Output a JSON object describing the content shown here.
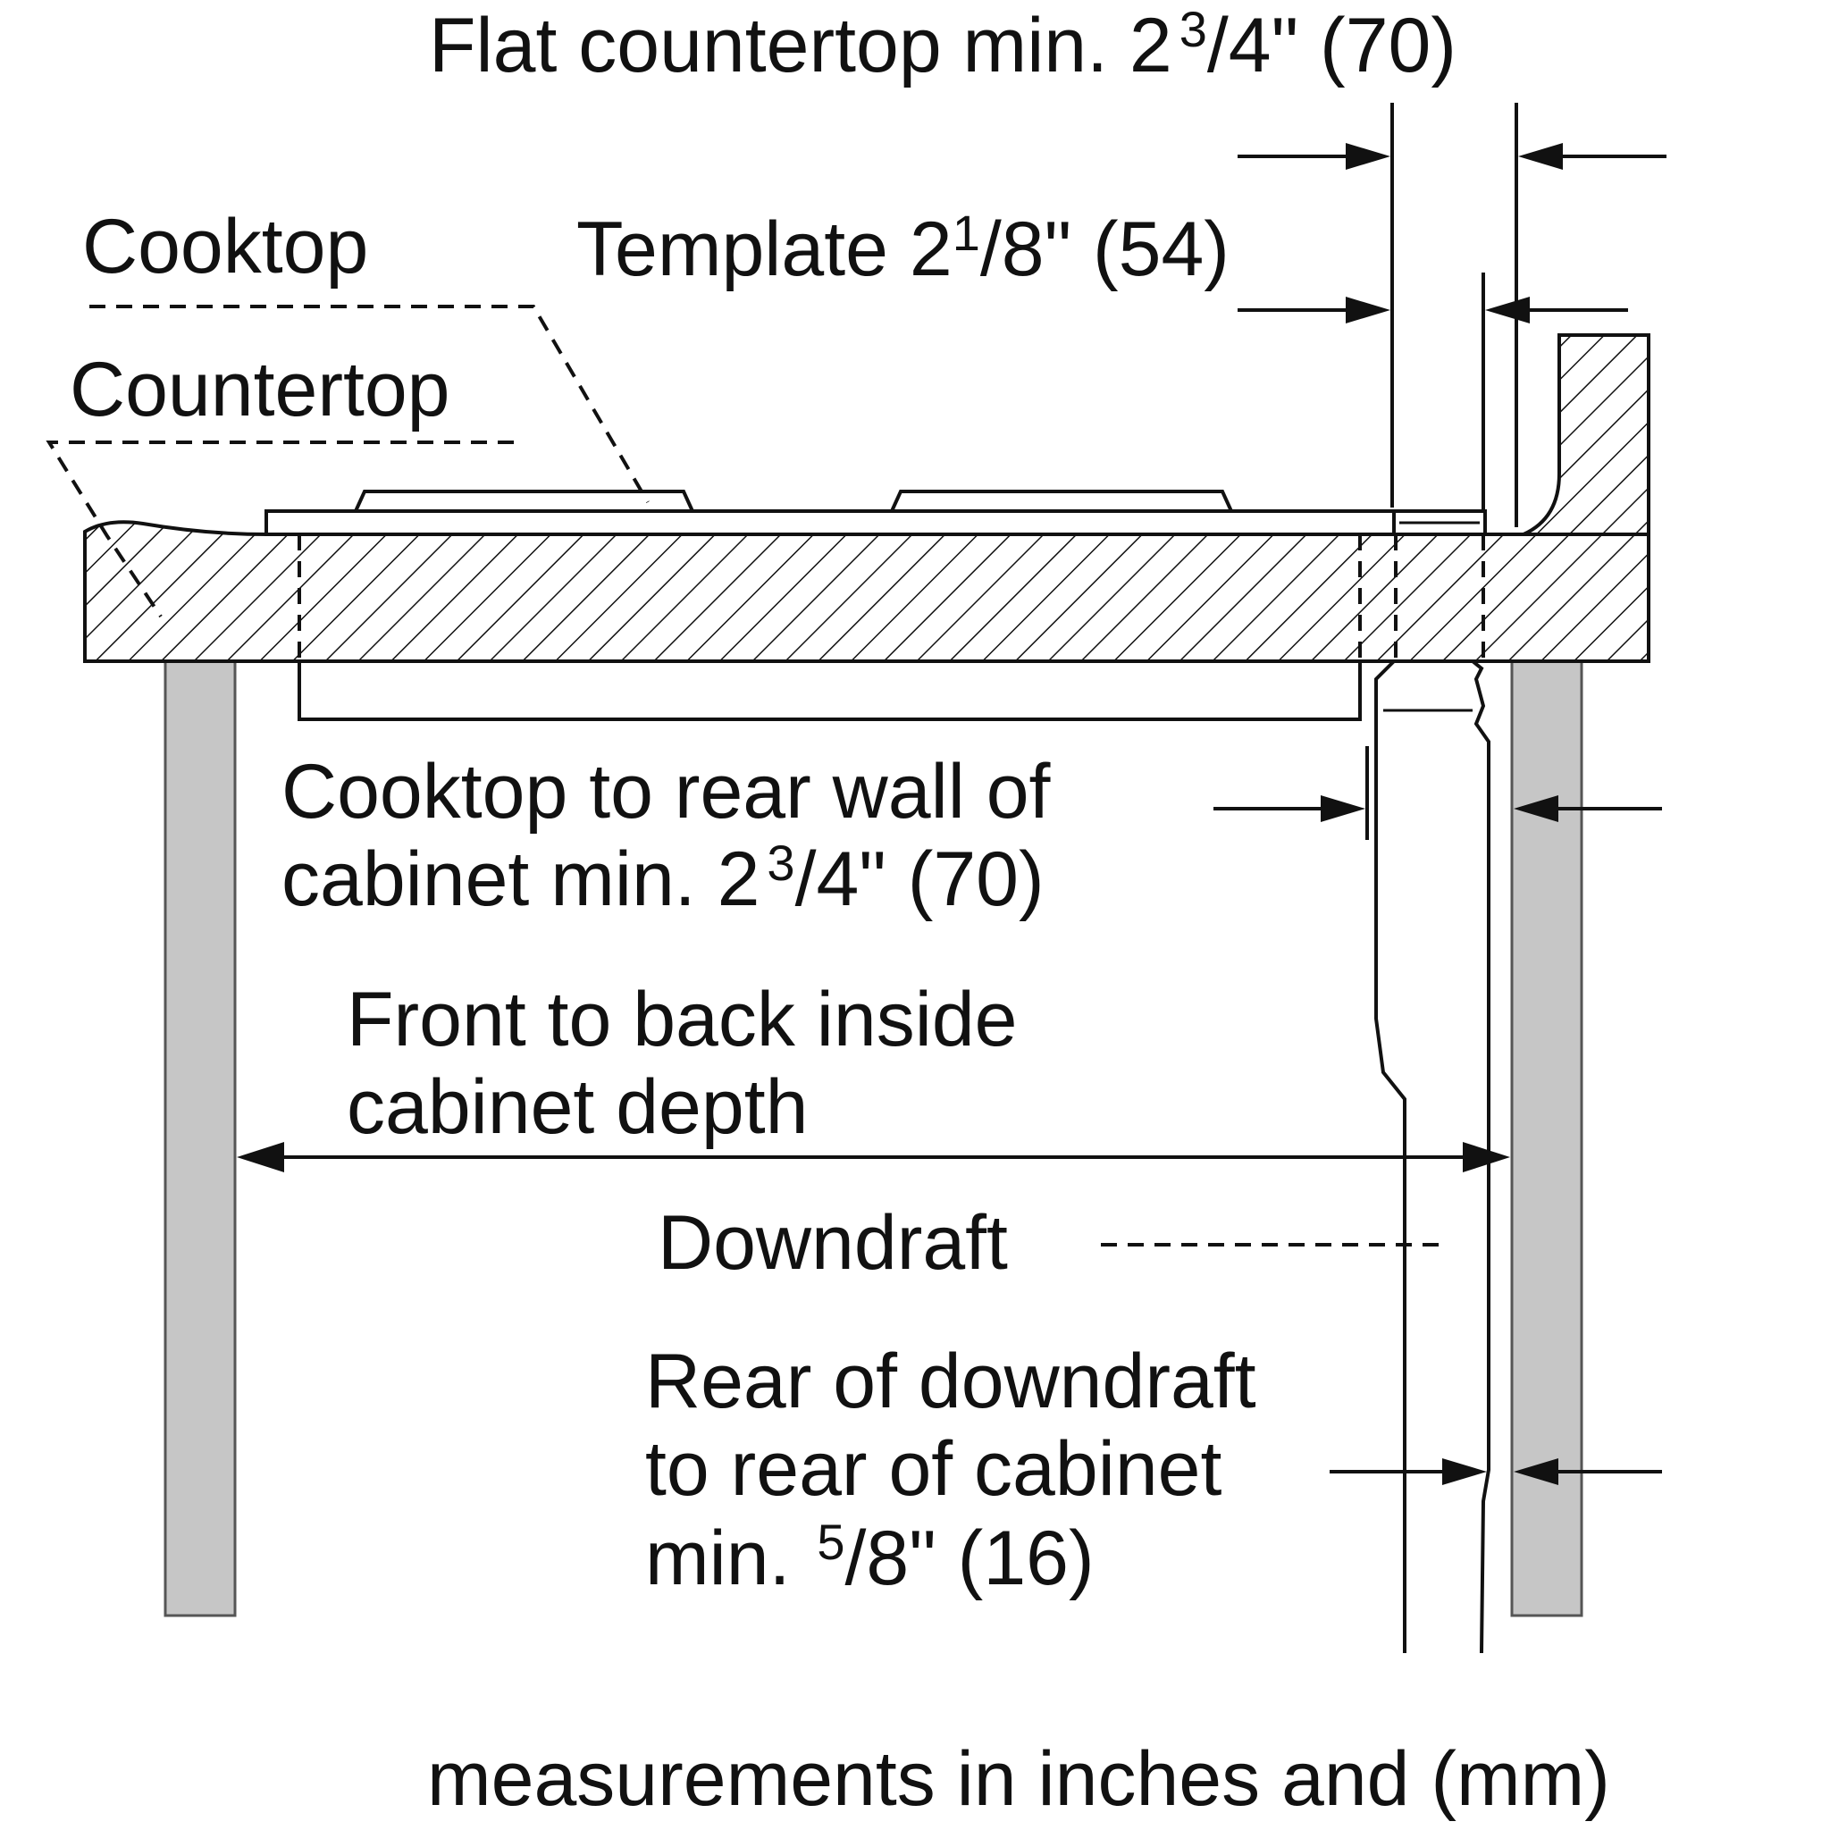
{
  "labels": {
    "flat_countertop": {
      "main": "Flat countertop min. 2",
      "sup": "3",
      "frac": "/4\" (70)"
    },
    "template": {
      "main": "Template 2",
      "sup": "1",
      "frac": "/8\" (54)"
    },
    "cooktop": "Cooktop",
    "countertop": "Countertop",
    "cooktop_to_rear_line1": "Cooktop to rear wall of",
    "cooktop_to_rear_line2": {
      "main": "cabinet min. 2",
      "sup": "3",
      "frac": "/4\" (70)"
    },
    "front_to_back_line1": "Front to back inside",
    "front_to_back_line2": "cabinet depth",
    "downdraft": "Downdraft",
    "rear_downdraft_line1": "Rear of downdraft",
    "rear_downdraft_line2": "to rear of cabinet",
    "rear_downdraft_line3": {
      "main": "min. ",
      "sup": "5",
      "frac": "/8\" (16)"
    },
    "units_note": "measurements in inches and (mm)"
  },
  "colors": {
    "line": "#111111",
    "panel": "#c6c6c6"
  }
}
